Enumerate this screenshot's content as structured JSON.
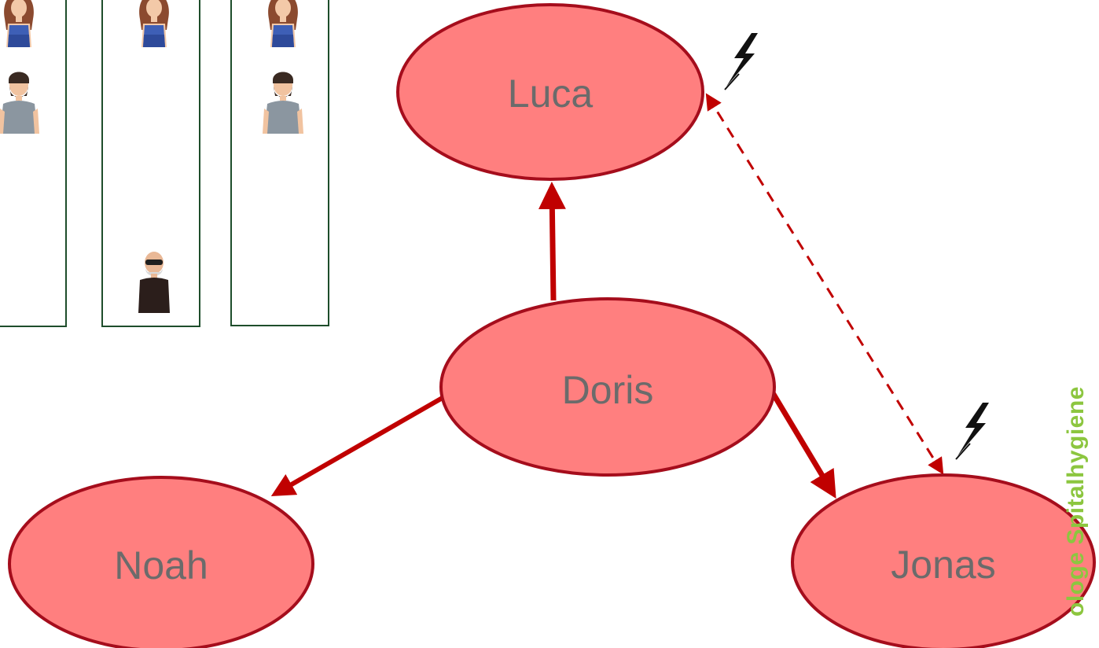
{
  "nodes": {
    "luca": {
      "label": "Luca"
    },
    "doris": {
      "label": "Doris"
    },
    "noah": {
      "label": "Noah"
    },
    "jonas": {
      "label": "Jonas"
    }
  },
  "side_title": "ologe Spitalhygiene",
  "colors": {
    "node_fill": "#ff7f7f",
    "node_stroke": "#a50d1c",
    "edge": "#c00000",
    "room_border": "#1e4d2b",
    "side_title": "#8cc63f"
  },
  "icons": {
    "woman": "woman-avatar-icon",
    "bearded_man": "bearded-man-avatar-icon",
    "bald_man": "bald-man-sunglasses-avatar-icon",
    "lightning": "lightning-bolt-icon"
  }
}
